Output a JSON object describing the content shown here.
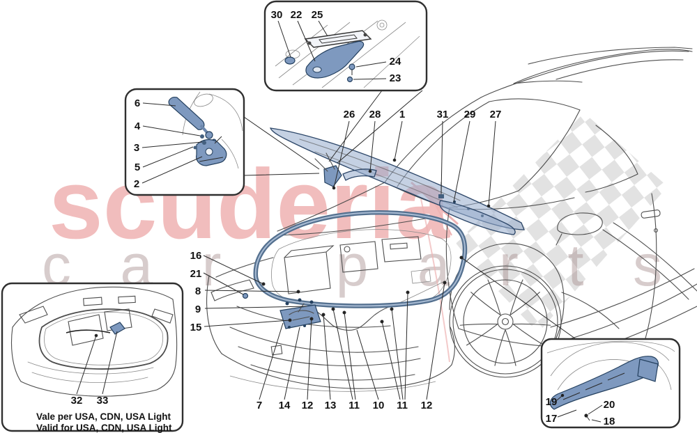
{
  "watermark": {
    "brand_word": "scuderia",
    "brand_word2": "car parts",
    "accent_color": "#e06464",
    "checker_color": "#e2e2e2"
  },
  "callouts": {
    "top_inset": [
      "30",
      "22",
      "25",
      "24",
      "23"
    ],
    "left_inset": [
      "6",
      "4",
      "3",
      "5",
      "2"
    ],
    "lid_row": [
      "26",
      "28",
      "1",
      "31",
      "29",
      "27"
    ],
    "front_compartment_left": [
      "16",
      "21",
      "8",
      "9",
      "15"
    ],
    "bottom_row": [
      "7",
      "14",
      "12",
      "13",
      "11",
      "10",
      "11",
      "12"
    ],
    "usa_inset": [
      "32",
      "33"
    ],
    "duct_inset": [
      "19",
      "17",
      "20",
      "18"
    ]
  },
  "notes": {
    "usa_variant_line1": "Vale per USA, CDN, USA Light",
    "usa_variant_line2": "Valid for USA, CDN, USA Light"
  },
  "colors": {
    "part_highlight": "#8aa5c8",
    "part_outline": "#2c4668",
    "seal_band": "#54708f"
  }
}
